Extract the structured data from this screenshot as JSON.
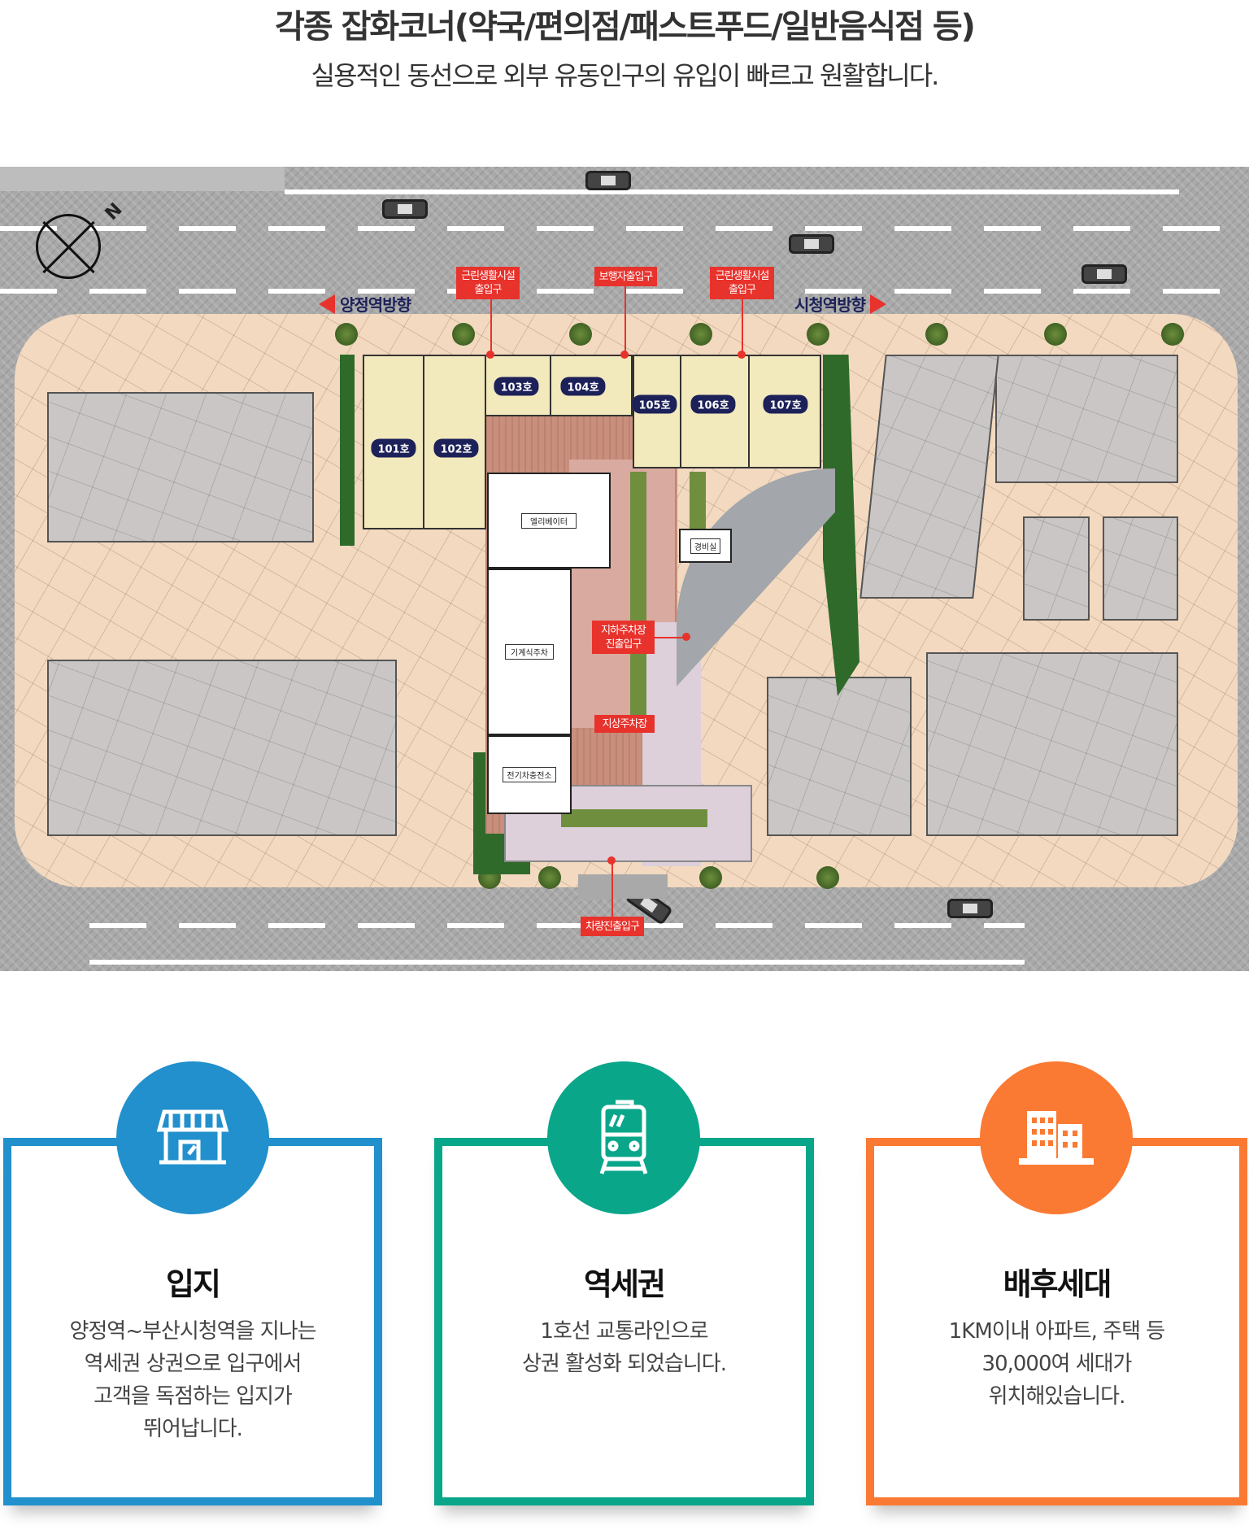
{
  "header": {
    "title": "각종 잡화코너(약국/편의점/패스트푸드/일반음식점 등)",
    "subtitle": "실용적인 동선으로 외부 유동인구의 유입이 빠르고 원활합니다."
  },
  "map": {
    "directions": {
      "left": "양정역방향",
      "right": "시청역방향"
    },
    "entrances": {
      "shop_entrance_1": "근린생활시설\n출입구",
      "pedestrian": "보행자출입구",
      "shop_entrance_2": "근린생활시설\n출입구",
      "underground_parking": "지하주차장\n진출입구",
      "surface_parking": "지상주차장",
      "vehicle": "차량진출입구"
    },
    "units": [
      "101호",
      "102호",
      "103호",
      "104호",
      "105호",
      "106호",
      "107호"
    ],
    "facilities": {
      "elevator": "엘리베이터",
      "guard": "경비실",
      "mech_parking": "기계식주차",
      "ev_charging": "전기차충전소"
    },
    "compass": "N"
  },
  "cards": [
    {
      "title": "입지",
      "lines": [
        "양정역~부산시청역을 지나는",
        "역세권 상권으로 입구에서",
        "고객을 독점하는 입지가",
        "뛰어납니다."
      ],
      "icon": "store-icon",
      "color": "#2190cc"
    },
    {
      "title": "역세권",
      "lines": [
        "1호선 교통라인으로",
        "상권 활성화 되었습니다."
      ],
      "icon": "train-icon",
      "color": "#0aa68a"
    },
    {
      "title": "배후세대",
      "lines": [
        "1KM이내 아파트, 주택 등",
        "30,000여 세대가",
        "위치해있습니다."
      ],
      "icon": "building-icon",
      "color": "#fb7a33"
    }
  ]
}
